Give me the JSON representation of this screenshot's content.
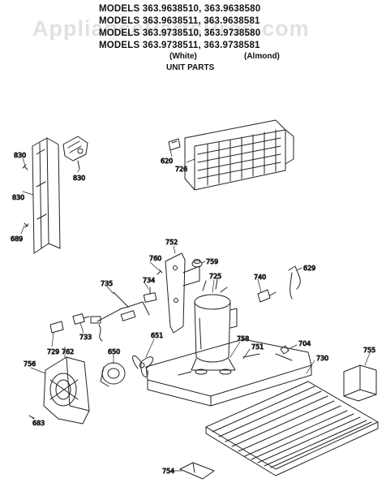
{
  "watermark": "AppliancePartsPros.com",
  "header": {
    "model_lines": [
      "MODELS 363.9638510, 363.9638580",
      "MODELS 363.9638511, 363.9638581",
      "MODELS 363.9738510, 363.9738580",
      "MODELS 363.9738511, 363.9738581"
    ],
    "color_white": "(White)",
    "color_almond": "(Almond)",
    "title": "UNIT PARTS"
  },
  "callouts": {
    "p830a": "830",
    "p830b": "830",
    "p830c": "830",
    "p689": "689",
    "p620": "620",
    "p726": "726",
    "p752": "752",
    "p760": "760",
    "p759": "759",
    "p725": "725",
    "p740": "740",
    "p629": "629",
    "p735": "735",
    "p734": "734",
    "p733": "733",
    "p729": "729",
    "p762": "762",
    "p756": "756",
    "p651": "651",
    "p650": "650",
    "p758": "758",
    "p751": "751",
    "p704": "704",
    "p730": "730",
    "p755": "755",
    "p683": "683",
    "p754": "754"
  }
}
